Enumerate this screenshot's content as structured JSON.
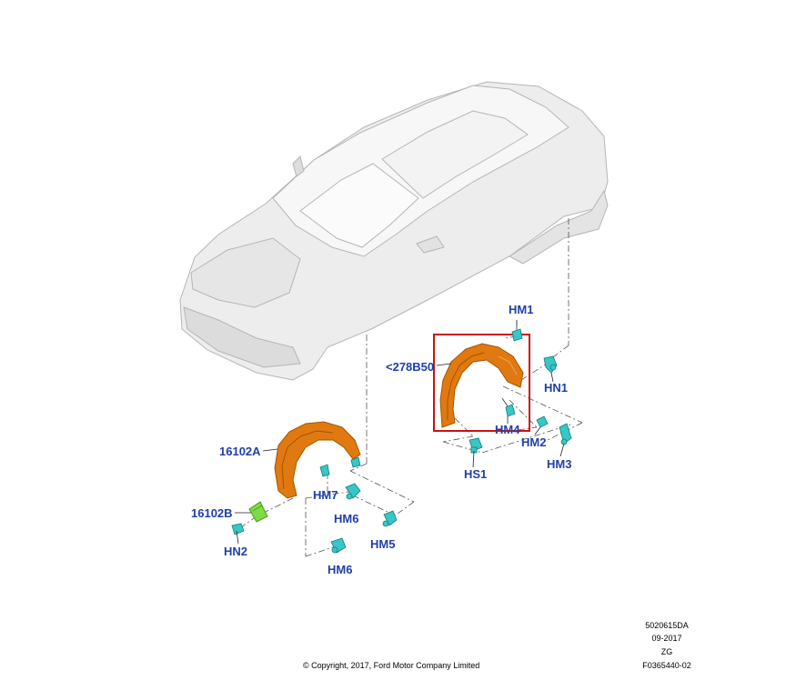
{
  "colors": {
    "callout_text": "#1f3fa8",
    "liner": "#e07a10",
    "liner_shadow": "#a85200",
    "fastener": "#36c7c7",
    "bracket": "#7ddc45",
    "highlight": "#cc1111",
    "car_body": "#eeeeee"
  },
  "callouts": {
    "hm1": "HM1",
    "n278b50": "<278B50",
    "hn1": "HN1",
    "hm4": "HM4",
    "hm2": "HM2",
    "hm3": "HM3",
    "hs1": "HS1",
    "p16102a": "16102A",
    "hm7": "HM7",
    "hm6a": "HM6",
    "p16102b": "16102B",
    "hm5": "HM5",
    "hn2": "HN2",
    "hm6b": "HM6"
  },
  "footer": {
    "code": "5020615DA",
    "date": "09-2017",
    "region": "ZG",
    "figure": "F0365440-02",
    "copyright": "© Copyright, 2017, Ford Motor Company Limited"
  }
}
